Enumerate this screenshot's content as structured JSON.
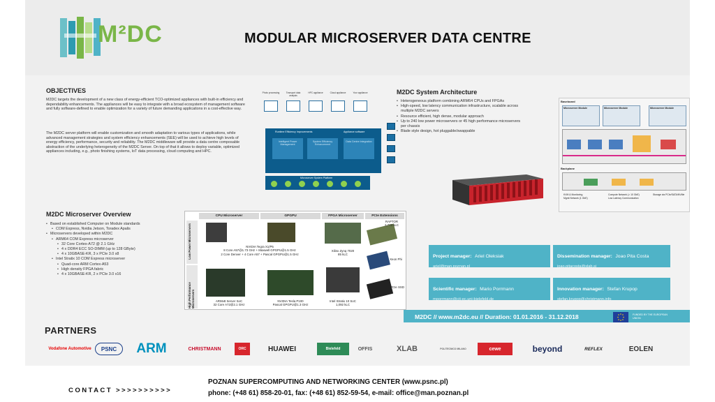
{
  "header": {
    "logo_text": "M²DC",
    "title": "MODULAR MICROSERVER DATA CENTRE"
  },
  "objectives": {
    "title": "OBJECTIVES",
    "paragraph1": "M2DC targets the development of a new class of energy-efficient TCO-optimized appliances with built-in efficiency and dependability enhancements. The appliances will be easy to integrate with a broad ecosystem of management software and fully software-defined to enable optimization for a variety of future demanding applications in a cost-effective way.",
    "paragraph2": "The M2DC server platform will enable customization and smooth adaptation to various types of applications, while advanced management strategies and system efficiency enhancements (SEE) will be used to achieve high levels of energy efficiency, performance, security and reliability. The M2DC middleware will provide a data centre composable abstraction of the underlying heterogeneity of the M2DC Server. On top of that it allows to deploy variable, optimized appliances including, e.g., photo finishing systems, IoT data processing, cloud computing and HPC.",
    "diagram": {
      "apps": [
        "Photo processing",
        "Transport data analysis",
        "HPC appliance",
        "Cloud appliance",
        "Your appliance"
      ],
      "panel_left": "Runtime Efficiency Improvements",
      "panel_right": "Appliance software",
      "boxes": [
        "Intelligent Power Management",
        "System Efficiency Enhancement",
        "Data Centre Integration"
      ],
      "bar": "Microserver System Platform"
    }
  },
  "overview": {
    "title": "M2DC Microserver Overview",
    "bullets": [
      {
        "level": 1,
        "text": "Based on established Computer on Module standards"
      },
      {
        "level": 2,
        "text": "COM Express, Nvidia Jetson, Toradex Apalis"
      },
      {
        "level": 1,
        "text": "Microservers developed within M2DC"
      },
      {
        "level": 2,
        "text": "ARM64 COM Express microserver"
      },
      {
        "level": 3,
        "text": "32 Core Cortex-A72 @ 2.1 GHz"
      },
      {
        "level": 3,
        "text": "4 x DDR4 ECC SO-DIMM (up to 128 GByte)"
      },
      {
        "level": 3,
        "text": "4 x 10GBASE-KR, 3 x PCIe 3.0 x8"
      },
      {
        "level": 2,
        "text": "Intel Stratix 10 COM Express microserver"
      },
      {
        "level": 3,
        "text": "Quad-core ARM Cortex-A53"
      },
      {
        "level": 3,
        "text": "High density FPGA fabric"
      },
      {
        "level": 3,
        "text": "4 x 10GBASE-KR, 2 x PCIe 3.0 x16"
      }
    ],
    "table": {
      "headers": [
        "CPU Microserver",
        "GPGPU",
        "FPGA Microserver",
        "PCIe Extensions"
      ],
      "row_labels": [
        "Low Power Microservers",
        "High Performance Microservers"
      ],
      "row1": [
        "NVIDIA Tegra X1/P5\n8 Core A57@1.73 GHz + Maxwell GPGPU@1.5 GHz\n2 Core Denver + 4 Core A57 + Pascal GPGPU@1.5 GHz",
        "Xilinx Zynq 7020\n85 kLC"
      ],
      "row2": [
        "ARMv8 Server SoC\n32 Core A72@2.1 GHz",
        "NVIDIA Tesla P100\nPascal GPGPU@1.3 GHz",
        "Intel Stratix 10 SoC\n1,092 kLC"
      ],
      "extensions": [
        "RAPTOR\n2,773 kLC",
        "Xeon Phi",
        "PCIe SSD"
      ]
    }
  },
  "architecture": {
    "title": "M2DC System Architecture",
    "bullets": [
      "Heterogeneous platform combining ARM64 CPUs and FPGAs",
      "High-speed, low latency communication infrastructure, scalable across multiple M2DC servers",
      "Resource efficient, high dense, modular approach",
      "Up to 240 low power microservers or 45 high performance microservers per chassis",
      "Blade style design, hot pluggable/swappable"
    ],
    "diagram": {
      "baseboard": "Baseboard",
      "modules": [
        "Microserver Module",
        "Microserver Module",
        "Microserver Module"
      ],
      "backplane": "Backplane",
      "legend": [
        "KVM & Monitoring",
        "Compute Network (> 10 GbE)",
        "Storage via PCIe/SATA/NVMe",
        "Mgmt Network (1 GbE)",
        "Low Latency Communication"
      ]
    }
  },
  "contacts": [
    {
      "role": "Project manager:",
      "name": "Ariel Oleksiak",
      "email": "ariel@man.poznan.pl"
    },
    {
      "role": "Dissemination manager:",
      "name": "Joao Pita Costa",
      "email": "joao.pitacosta@xlab.si"
    },
    {
      "role": "Scientific manager:",
      "name": "Mario Porrmann",
      "email": "mporrmann@cit-ec.uni-bielefeld.de"
    },
    {
      "role": "Innovation manager:",
      "name": "Stefan Krupop",
      "email": "stefan.krupop@christmann.info"
    }
  ],
  "project_bar": {
    "text": "M2DC // www.m2dc.eu // Duration: 01.01.2016 - 31.12.2018",
    "eu_text": "FUNDED BY THE EUROPEAN UNION"
  },
  "partners": {
    "title": "PARTNERS",
    "logos": [
      "Vodafone Automotive",
      "PSNC",
      "ARM",
      "CHRISTMANN",
      "ORC",
      "HUAWEI",
      "Bielefeld",
      "OFFIS",
      "XLAB",
      "POLITECNICO MILANO",
      "cewe",
      "beyond",
      "REFLEX",
      "EOLEN"
    ]
  },
  "footer": {
    "contact": "CONTACT >>>>>>>>>>",
    "line1": "POZNAN SUPERCOMPUTING AND NETWORKING CENTER (www.psnc.pl)",
    "line2": "phone: (+48 61) 858-20-01, fax: (+48 61) 852-59-54, e-mail: office@man.poznan.pl"
  },
  "colors": {
    "accent_teal": "#4fb3c7",
    "logo_green": "#7ab648",
    "diagram_blue": "#0c5c8c"
  }
}
